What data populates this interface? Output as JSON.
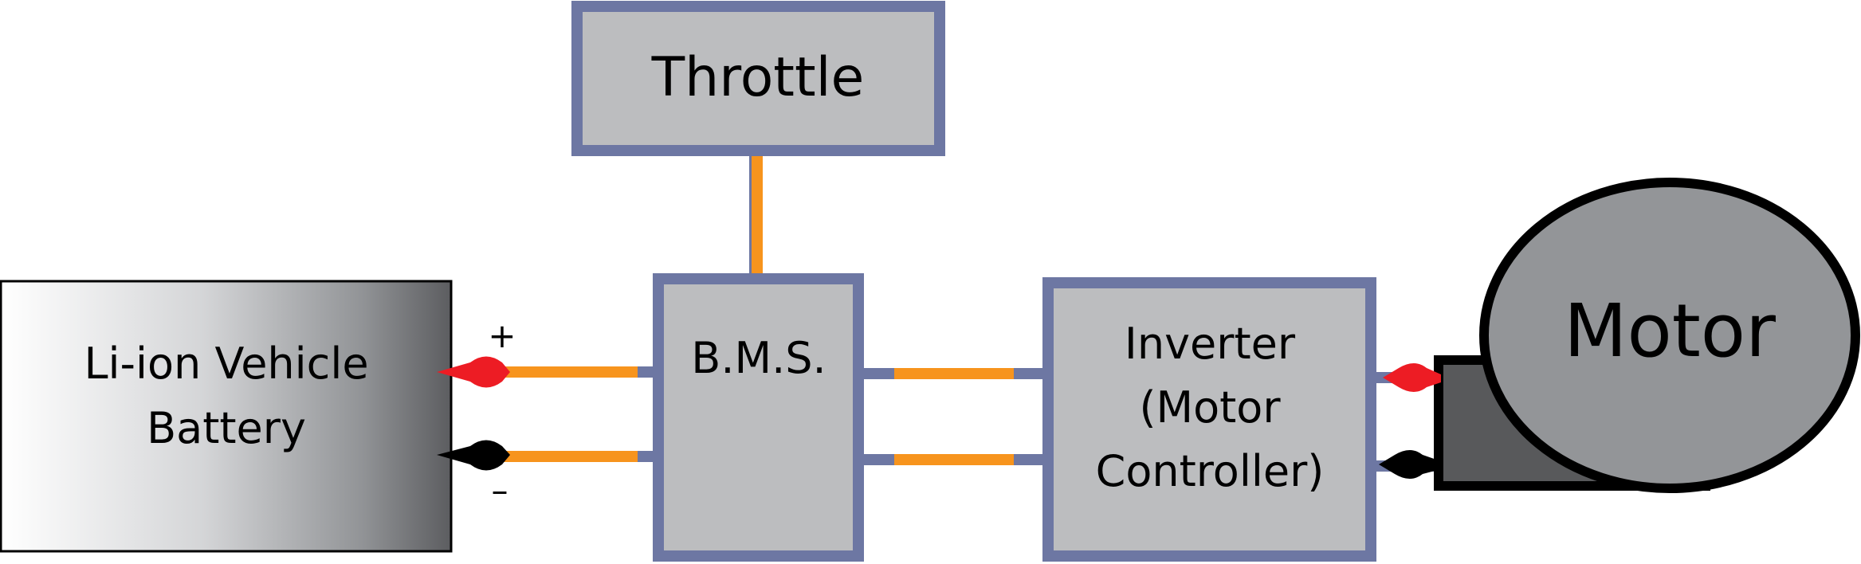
{
  "diagram": {
    "throttle": {
      "label": "Throttle"
    },
    "battery": {
      "line1": "Li-ion Vehicle",
      "line2": "Battery"
    },
    "bms": {
      "label": "B.M.S."
    },
    "inverter": {
      "line1": "Inverter",
      "line2": "(Motor",
      "line3": "Controller)"
    },
    "motor": {
      "label": "Motor"
    },
    "terminals": {
      "positive": "+",
      "negative": "–"
    },
    "colors": {
      "box_fill": "#bcbdbf",
      "box_border": "#6d77a3",
      "wire": "#f7941d",
      "positive_lead": "#ed1c24",
      "negative_lead": "#000000",
      "motor_fill": "#939598",
      "motor_base": "#58595b"
    }
  }
}
